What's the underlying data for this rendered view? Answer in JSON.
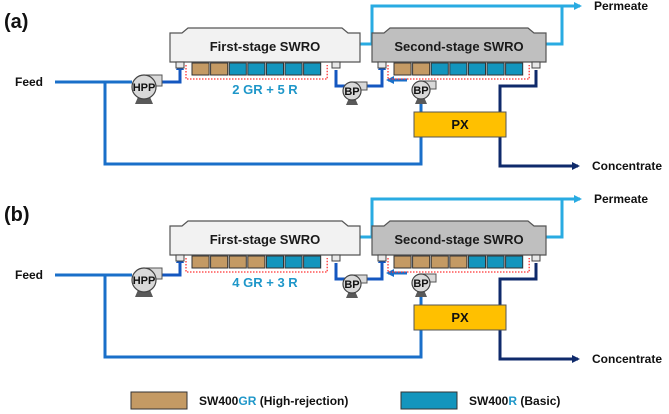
{
  "colors": {
    "feed_line": "#1a6fc9",
    "hp_line": "#1457c0",
    "permeate_line": "#29abe2",
    "concentrate_line": "#0f2a6b",
    "gr_element": "#c49a64",
    "r_element": "#1395bd",
    "px": "#ffc000",
    "first_vessel": "#f2f2f2",
    "second_vessel": "#bfbfbf",
    "dotted": "#ff3333",
    "accent_text": "#1f97c9"
  },
  "panels": [
    {
      "label": "(a)",
      "feed": "Feed",
      "permeate": "Permeate",
      "concentrate": "Concentrate",
      "first_stage": {
        "title": "First-stage SWRO",
        "elements": [
          "GR",
          "GR",
          "R",
          "R",
          "R",
          "R",
          "R"
        ],
        "config": "2 GR + 5 R"
      },
      "second_stage": {
        "title": "Second-stage SWRO",
        "elements": [
          "GR",
          "GR",
          "R",
          "R",
          "R",
          "R",
          "R"
        ]
      },
      "pumps": {
        "hpp": "HPP",
        "bp1": "BP",
        "bp2": "BP"
      },
      "px": "PX"
    },
    {
      "label": "(b)",
      "feed": "Feed",
      "permeate": "Permeate",
      "concentrate": "Concentrate",
      "first_stage": {
        "title": "First-stage SWRO",
        "elements": [
          "GR",
          "GR",
          "GR",
          "GR",
          "R",
          "R",
          "R"
        ],
        "config": "4 GR + 3 R"
      },
      "second_stage": {
        "title": "Second-stage SWRO",
        "elements": [
          "GR",
          "GR",
          "GR",
          "GR",
          "R",
          "R",
          "R"
        ]
      },
      "pumps": {
        "hpp": "HPP",
        "bp1": "BP",
        "bp2": "BP"
      },
      "px": "PX"
    }
  ],
  "legend": [
    {
      "prefix": "SW400",
      "code": "GR",
      "suffix": " (High-rejection)",
      "type": "GR"
    },
    {
      "prefix": "SW400",
      "code": "R",
      "suffix": " (Basic)",
      "type": "R"
    }
  ]
}
